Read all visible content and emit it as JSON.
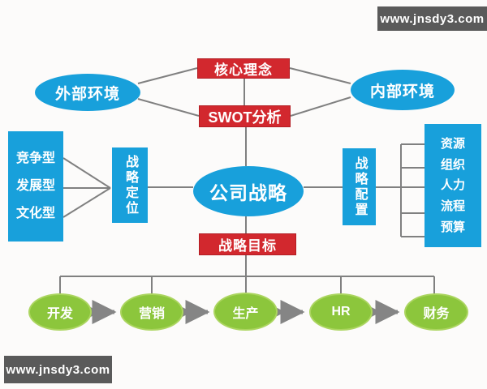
{
  "watermark_top": "www.jnsdy3.com",
  "watermark_bottom": "www.jnsdy3.com",
  "colors": {
    "red": "#d2282e",
    "blue": "#18a0db",
    "green": "#8cc63c",
    "green_border": "#abd55f",
    "connector_gray": "#808080",
    "arrow_gray": "#858585",
    "watermark_bar": "#5a5a5a"
  },
  "nodes": {
    "core_concept": "核心理念",
    "swot_analysis": "SWOT分析",
    "external_env": "外部环境",
    "internal_env": "内部环境",
    "company_strategy": "公司战略",
    "strategy_positioning": "战略定位",
    "strategy_allocation": "战略配置",
    "strategy_goal": "战略目标",
    "strategy_types": [
      "竞争型",
      "发展型",
      "文化型"
    ],
    "allocation_items": [
      "资源",
      "组织",
      "人力",
      "流程",
      "预算"
    ],
    "departments": [
      "开发",
      "营销",
      "生产",
      "HR",
      "财务"
    ]
  }
}
